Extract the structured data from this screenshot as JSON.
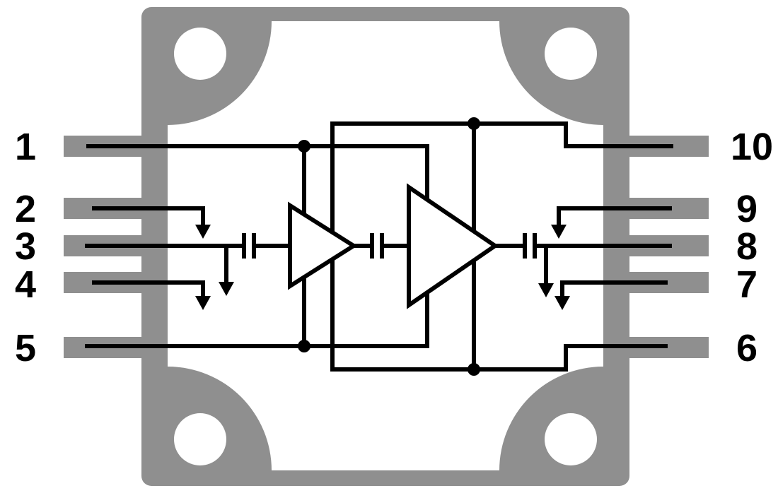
{
  "figure_type": "two-stage amplifier IC package schematic, 10-pin package with corner mounting holes",
  "colors": {
    "package": "#8f8f8f",
    "trace": "#000000",
    "background": "#ffffff"
  },
  "pins": {
    "left": [
      "1",
      "2",
      "3",
      "4",
      "5"
    ],
    "right": [
      "10",
      "9",
      "8",
      "7",
      "6"
    ]
  }
}
